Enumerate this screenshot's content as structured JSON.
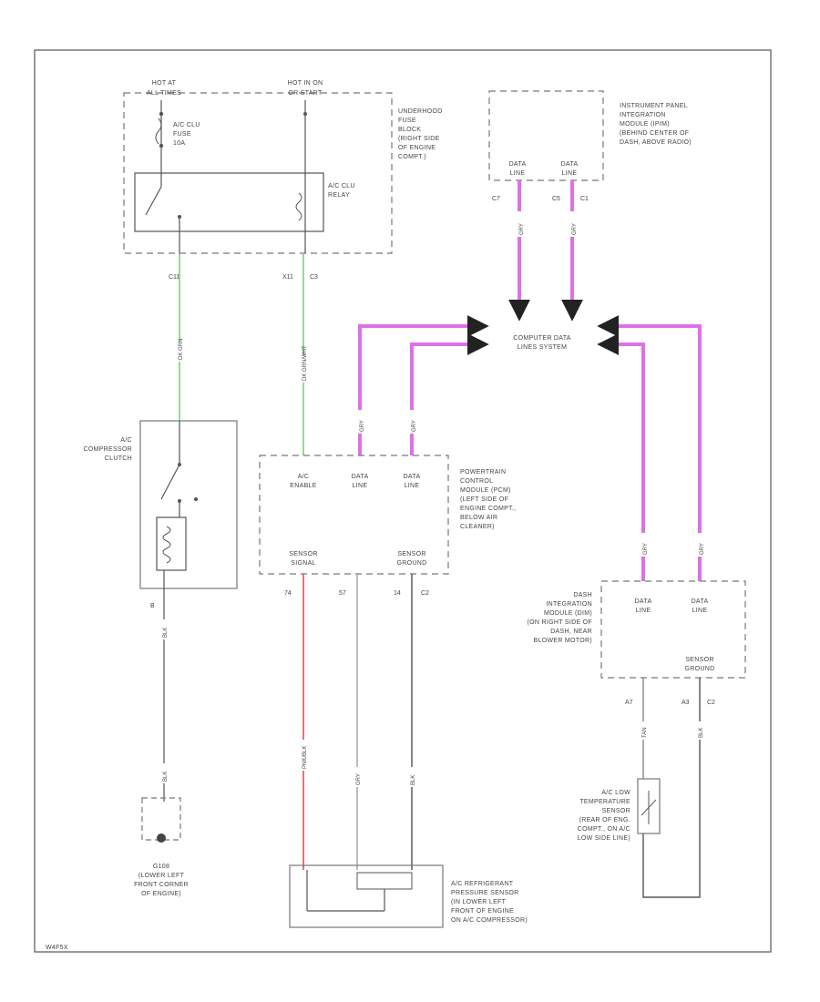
{
  "colors": {
    "frame": "#555555",
    "box_dash": "#777777",
    "green_wire": "#7ecf7e",
    "pink_wire": "#e070e8",
    "red_wire": "#e05050",
    "gray_wire": "#aaaaaa",
    "dark_wire": "#555555"
  },
  "top": {
    "hot_at_all_times": [
      "HOT AT",
      "ALL TIMES"
    ],
    "hot_in_on": [
      "HOT IN ON",
      "OR START"
    ]
  },
  "underhood": {
    "fuse": [
      "A/C CLU",
      "FUSE",
      "10A"
    ],
    "relay": [
      "A/C CLU",
      "RELAY"
    ],
    "label": [
      "UNDERHOOD",
      "FUSE",
      "BLOCK",
      "(RIGHT SIDE",
      "OF ENGINE",
      "COMPT.)"
    ],
    "pin_left": "C11",
    "pin_mid": "X11",
    "pin_right": "C3"
  },
  "ipim": {
    "label": [
      "INSTRUMENT PANEL",
      "INTEGRATION",
      "MODULE (IPIM)",
      "(BEHIND CENTER OF",
      "DASH, ABOVE RADIO)"
    ],
    "data_line": [
      "DATA",
      "LINE"
    ],
    "pin_1": "C7",
    "pin_2": "C5",
    "pin_3": "C1"
  },
  "cdl": {
    "label": [
      "COMPUTER DATA",
      "LINES SYSTEM"
    ]
  },
  "clutch": {
    "label": [
      "A/C",
      "COMPRESSOR",
      "CLUTCH"
    ],
    "pin": "B"
  },
  "pcm": {
    "label": [
      "POWERTRAIN",
      "CONTROL",
      "MODULE (PCM)",
      "(LEFT SIDE OF",
      "ENGINE COMPT.,",
      "BELOW AIR",
      "CLEANER)"
    ],
    "ac_enable": [
      "A/C",
      "ENABLE"
    ],
    "data_line": [
      "DATA",
      "LINE"
    ],
    "sensor_signal": [
      "SENSOR",
      "SIGNAL"
    ],
    "sensor_ground": [
      "SENSOR",
      "GROUND"
    ],
    "pin_74": "74",
    "pin_57": "57",
    "pin_14": "14",
    "pin_c2": "C2"
  },
  "dim": {
    "label": [
      "DASH",
      "INTEGRATION",
      "MODULE (DIM)",
      "(ON RIGHT SIDE OF",
      "DASH, NEAR",
      "BLOWER MOTOR)"
    ],
    "data_line": [
      "DATA",
      "LINE"
    ],
    "sensor_ground": [
      "SENSOR",
      "GROUND"
    ],
    "pin_a7": "A7",
    "pin_a3": "A3",
    "pin_c2": "C2"
  },
  "temp_sensor": {
    "label": [
      "A/C LOW",
      "TEMPERATURE",
      "SENSOR",
      "(REAR OF ENG.",
      "COMPT., ON A/C",
      "LOW SIDE LINE)"
    ]
  },
  "ground": {
    "label": [
      "G108",
      "(LOWER LEFT",
      "FRONT CORNER",
      "OF ENGINE)"
    ]
  },
  "pressure_sensor": {
    "label": [
      "A/C REFRIGERANT",
      "PRESSURE SENSOR",
      "(IN LOWER LEFT",
      "FRONT OF ENGINE",
      "ON A/C COMPRESSOR)"
    ]
  },
  "footer": {
    "code": "W4F5X"
  }
}
